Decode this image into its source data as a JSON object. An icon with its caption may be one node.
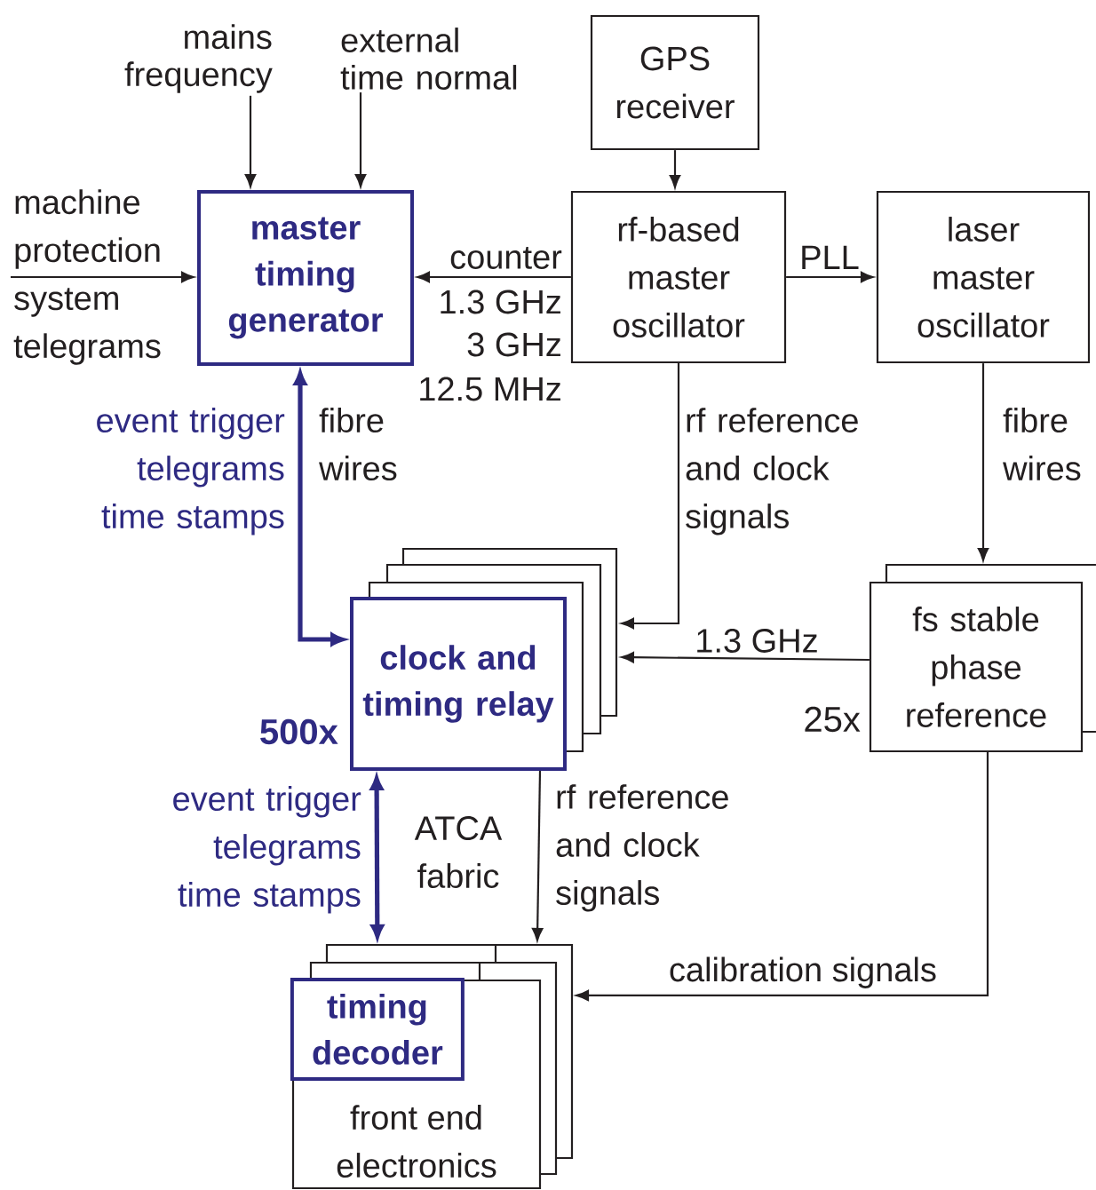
{
  "diagram": {
    "nodes": [
      {
        "text": [
          "mains frequency"
        ]
      },
      {
        "text": [
          "external time normal"
        ]
      },
      {
        "text": [
          "GPS receiver"
        ]
      },
      {
        "text": [
          "machine protection system telegrams"
        ]
      },
      {
        "text": [
          "master timing generator"
        ]
      },
      {
        "text": [
          "rf-based master oscillator"
        ]
      },
      {
        "text": [
          "laser master oscillator"
        ]
      },
      {
        "text": [
          "clock and timing relay"
        ],
        "beside": [
          "500x"
        ]
      },
      {
        "text": [
          "fs stable phase reference"
        ],
        "beside": [
          "25x"
        ]
      },
      {
        "text": [
          "front end electronics"
        ]
      },
      {
        "text": [
          "timing decoder"
        ],
        "in": 9
      }
    ],
    "edges": [
      {
        "from": 0,
        "to": 4,
        "arrow": "to"
      },
      {
        "from": 1,
        "to": 4,
        "arrow": "to"
      },
      {
        "from": 3,
        "to": 4,
        "arrow": "to"
      },
      {
        "from": 2,
        "to": 5,
        "arrow": "to"
      },
      {
        "from": 5,
        "to": 4,
        "arrow": "to",
        "label": "counter"
      },
      {
        "from": 5,
        "to": 6,
        "arrow": "to",
        "label": "PLL"
      },
      {
        "from": 7,
        "to": 4,
        "arrow": "both",
        "style": "thick",
        "color": "#2e2a82",
        "label": "fibre wires"
      },
      {
        "from": 5,
        "to": 7,
        "arrow": "to",
        "label": "rf reference and clock signals"
      },
      {
        "from": 6,
        "to": 8,
        "arrow": "to",
        "label": "fibre wires"
      },
      {
        "from": 8,
        "to": 7,
        "arrow": "to",
        "label": "1.3 GHz"
      },
      {
        "from": 7,
        "to": 9,
        "arrow": "both",
        "style": "thick",
        "color": "#2e2a82",
        "label": "ATCA fabric"
      },
      {
        "from": 7,
        "to": 9,
        "arrow": "to",
        "label": "rf reference and clock signals"
      },
      {
        "from": 8,
        "to": 9,
        "arrow": "to",
        "label": "calibration signals"
      }
    ],
    "labels": [
      "1.3 GHz",
      "3 GHz",
      "12.5 MHz",
      "event trigger telegrams time stamps",
      "event trigger telegrams time stamps"
    ]
  }
}
